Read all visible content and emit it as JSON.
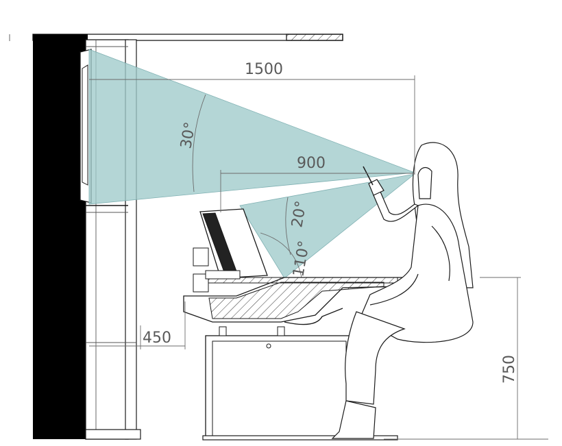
{
  "dimensions": {
    "width_1500": "1500",
    "width_900": "900",
    "offset_450": "450",
    "height_750": "750"
  },
  "angles": {
    "upper_view": "30°",
    "lower_view": "20°",
    "console_tilt": "110°"
  },
  "colors": {
    "view_cone": "#9fcacb",
    "wall": "#000000",
    "line": "#1a1a1a",
    "dimension_text": "#595959"
  }
}
